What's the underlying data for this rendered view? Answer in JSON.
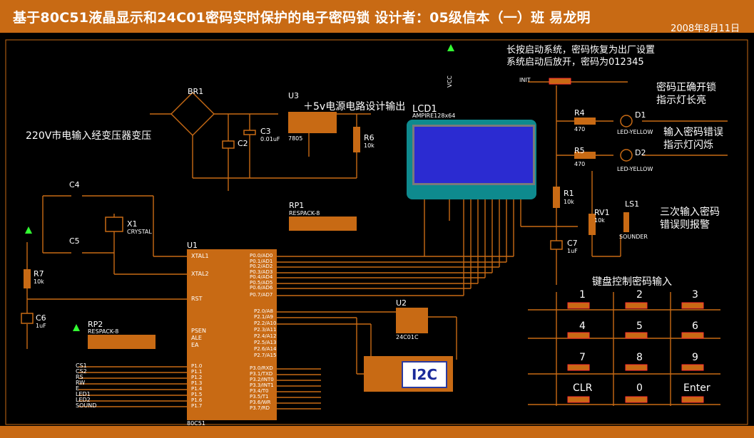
{
  "header": {
    "title": "基于80C51液晶显示和24C01密码实时保护的电子密码锁     设计者：05级信本（一）班 易龙明",
    "date": "2008年8月11日"
  },
  "annotations": {
    "power_input": "220V市电输入经变压器变压",
    "power_output": "＋5v电源电路设计输出",
    "reset_note_line1": "长按启动系统，密码恢复为出厂设置",
    "reset_note_line2": "系统启动后放开，密码为012345",
    "correct_line1": "密码正确开锁",
    "correct_line2": "指示灯长亮",
    "wrong_line1": "输入密码错误",
    "wrong_line2": "指示灯闪烁",
    "third_line1": "三次输入密码",
    "third_line2": "错误则报警",
    "keypad_title": "键盘控制密码输入",
    "i2c_label": "I2C"
  },
  "components": {
    "br1": "BR1",
    "u3": "U3",
    "u3_part": "7805",
    "c2": "C2",
    "c3": "C3",
    "c3_val": "0.01uF",
    "r6": "R6",
    "r6_val": "10k",
    "lcd1": "LCD1",
    "lcd1_part": "AMPIRE128x64",
    "r4": "R4",
    "r4_val": "470",
    "d1": "D1",
    "d1_part": "LED-YELLOW",
    "r5": "R5",
    "r5_val": "470",
    "d2": "D2",
    "d2_part": "LED-YELLOW",
    "r1": "R1",
    "r1_val": "10k",
    "rv1": "RV1",
    "rv1_val": "10k",
    "ls1": "LS1",
    "ls1_part": "SOUNDER",
    "c7": "C7",
    "c7_val": "1uF",
    "c4": "C4",
    "c5": "C5",
    "x1": "X1",
    "x1_part": "CRYSTAL",
    "rp1": "RP1",
    "rp1_part": "RESPACK-8",
    "rp2": "RP2",
    "rp2_part": "RESPACK-8",
    "u1": "U1",
    "u1_part": "80C51",
    "u2": "U2",
    "u2_part": "24C01C",
    "r7": "R7",
    "r7_val": "10k",
    "c6": "C6",
    "c6_val": "1uF",
    "init": "INIT",
    "vcc": "VCC"
  },
  "u1_left_pins": [
    "XTAL1",
    "XTAL2",
    "RST",
    "PSEN",
    "ALE",
    "EA"
  ],
  "u1_right_p0": [
    "P0.0/AD0",
    "P0.1/AD1",
    "P0.2/AD2",
    "P0.3/AD3",
    "P0.4/AD4",
    "P0.5/AD5",
    "P0.6/AD6",
    "P0.7/AD7"
  ],
  "u1_right_p2": [
    "P2.0/A8",
    "P2.1/A9",
    "P2.2/A10",
    "P2.3/A11",
    "P2.4/A12",
    "P2.5/A13",
    "P2.6/A14",
    "P2.7/A15"
  ],
  "u1_right_p3": [
    "P3.0/RXD",
    "P3.1/TXD",
    "P3.2/INT0",
    "P3.3/INT1",
    "P3.4/T0",
    "P3.5/T1",
    "P3.6/WR",
    "P3.7/RD"
  ],
  "u1_left_p1": [
    "P1.0",
    "P1.1",
    "P1.2",
    "P1.3",
    "P1.4",
    "P1.5",
    "P1.6",
    "P1.7"
  ],
  "p1_signals": [
    "CS1",
    "CS2",
    "RS",
    "RW",
    "E",
    "LED1",
    "LED2",
    "SOUND"
  ],
  "keypad": {
    "keys": [
      "1",
      "2",
      "3",
      "4",
      "5",
      "6",
      "7",
      "8",
      "9",
      "CLR",
      "0",
      "Enter"
    ]
  }
}
